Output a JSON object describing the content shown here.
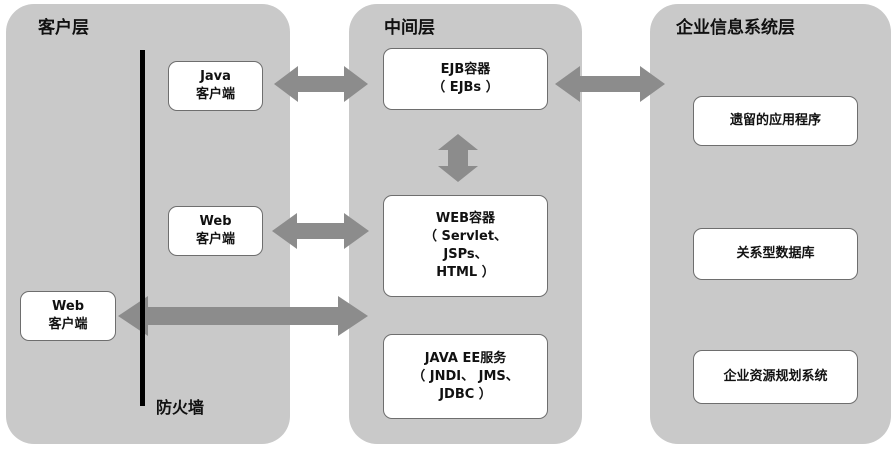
{
  "tiers": {
    "client": {
      "title": "客户层"
    },
    "middle": {
      "title": "中间层"
    },
    "eis": {
      "title": "企业信息系统层"
    }
  },
  "client_boxes": {
    "java_client": {
      "line1": "Java",
      "line2": "客户端"
    },
    "web_client_1": {
      "line1": "Web",
      "line2": "客户端"
    },
    "web_client_2": {
      "line1": "Web",
      "line2": "客户端"
    }
  },
  "firewall_label": "防火墙",
  "middle_boxes": {
    "ejb": {
      "line1": "EJB容器",
      "line2": "（ EJBs ）"
    },
    "web": {
      "line1": "WEB容器",
      "line2": "（ Servlet、",
      "line3": "JSPs、",
      "line4": "HTML ）"
    },
    "javaee": {
      "line1": "JAVA EE服务",
      "line2": "（ JNDI、 JMS、",
      "line3": "JDBC ）"
    }
  },
  "eis_boxes": {
    "legacy": "遗留的应用程序",
    "rdb": "关系型数据库",
    "erp": "企业资源规划系统"
  },
  "colors": {
    "tier_bg": "#c9c9c9",
    "arrow": "#8c8c8c",
    "box_border": "#6e6e6e"
  }
}
